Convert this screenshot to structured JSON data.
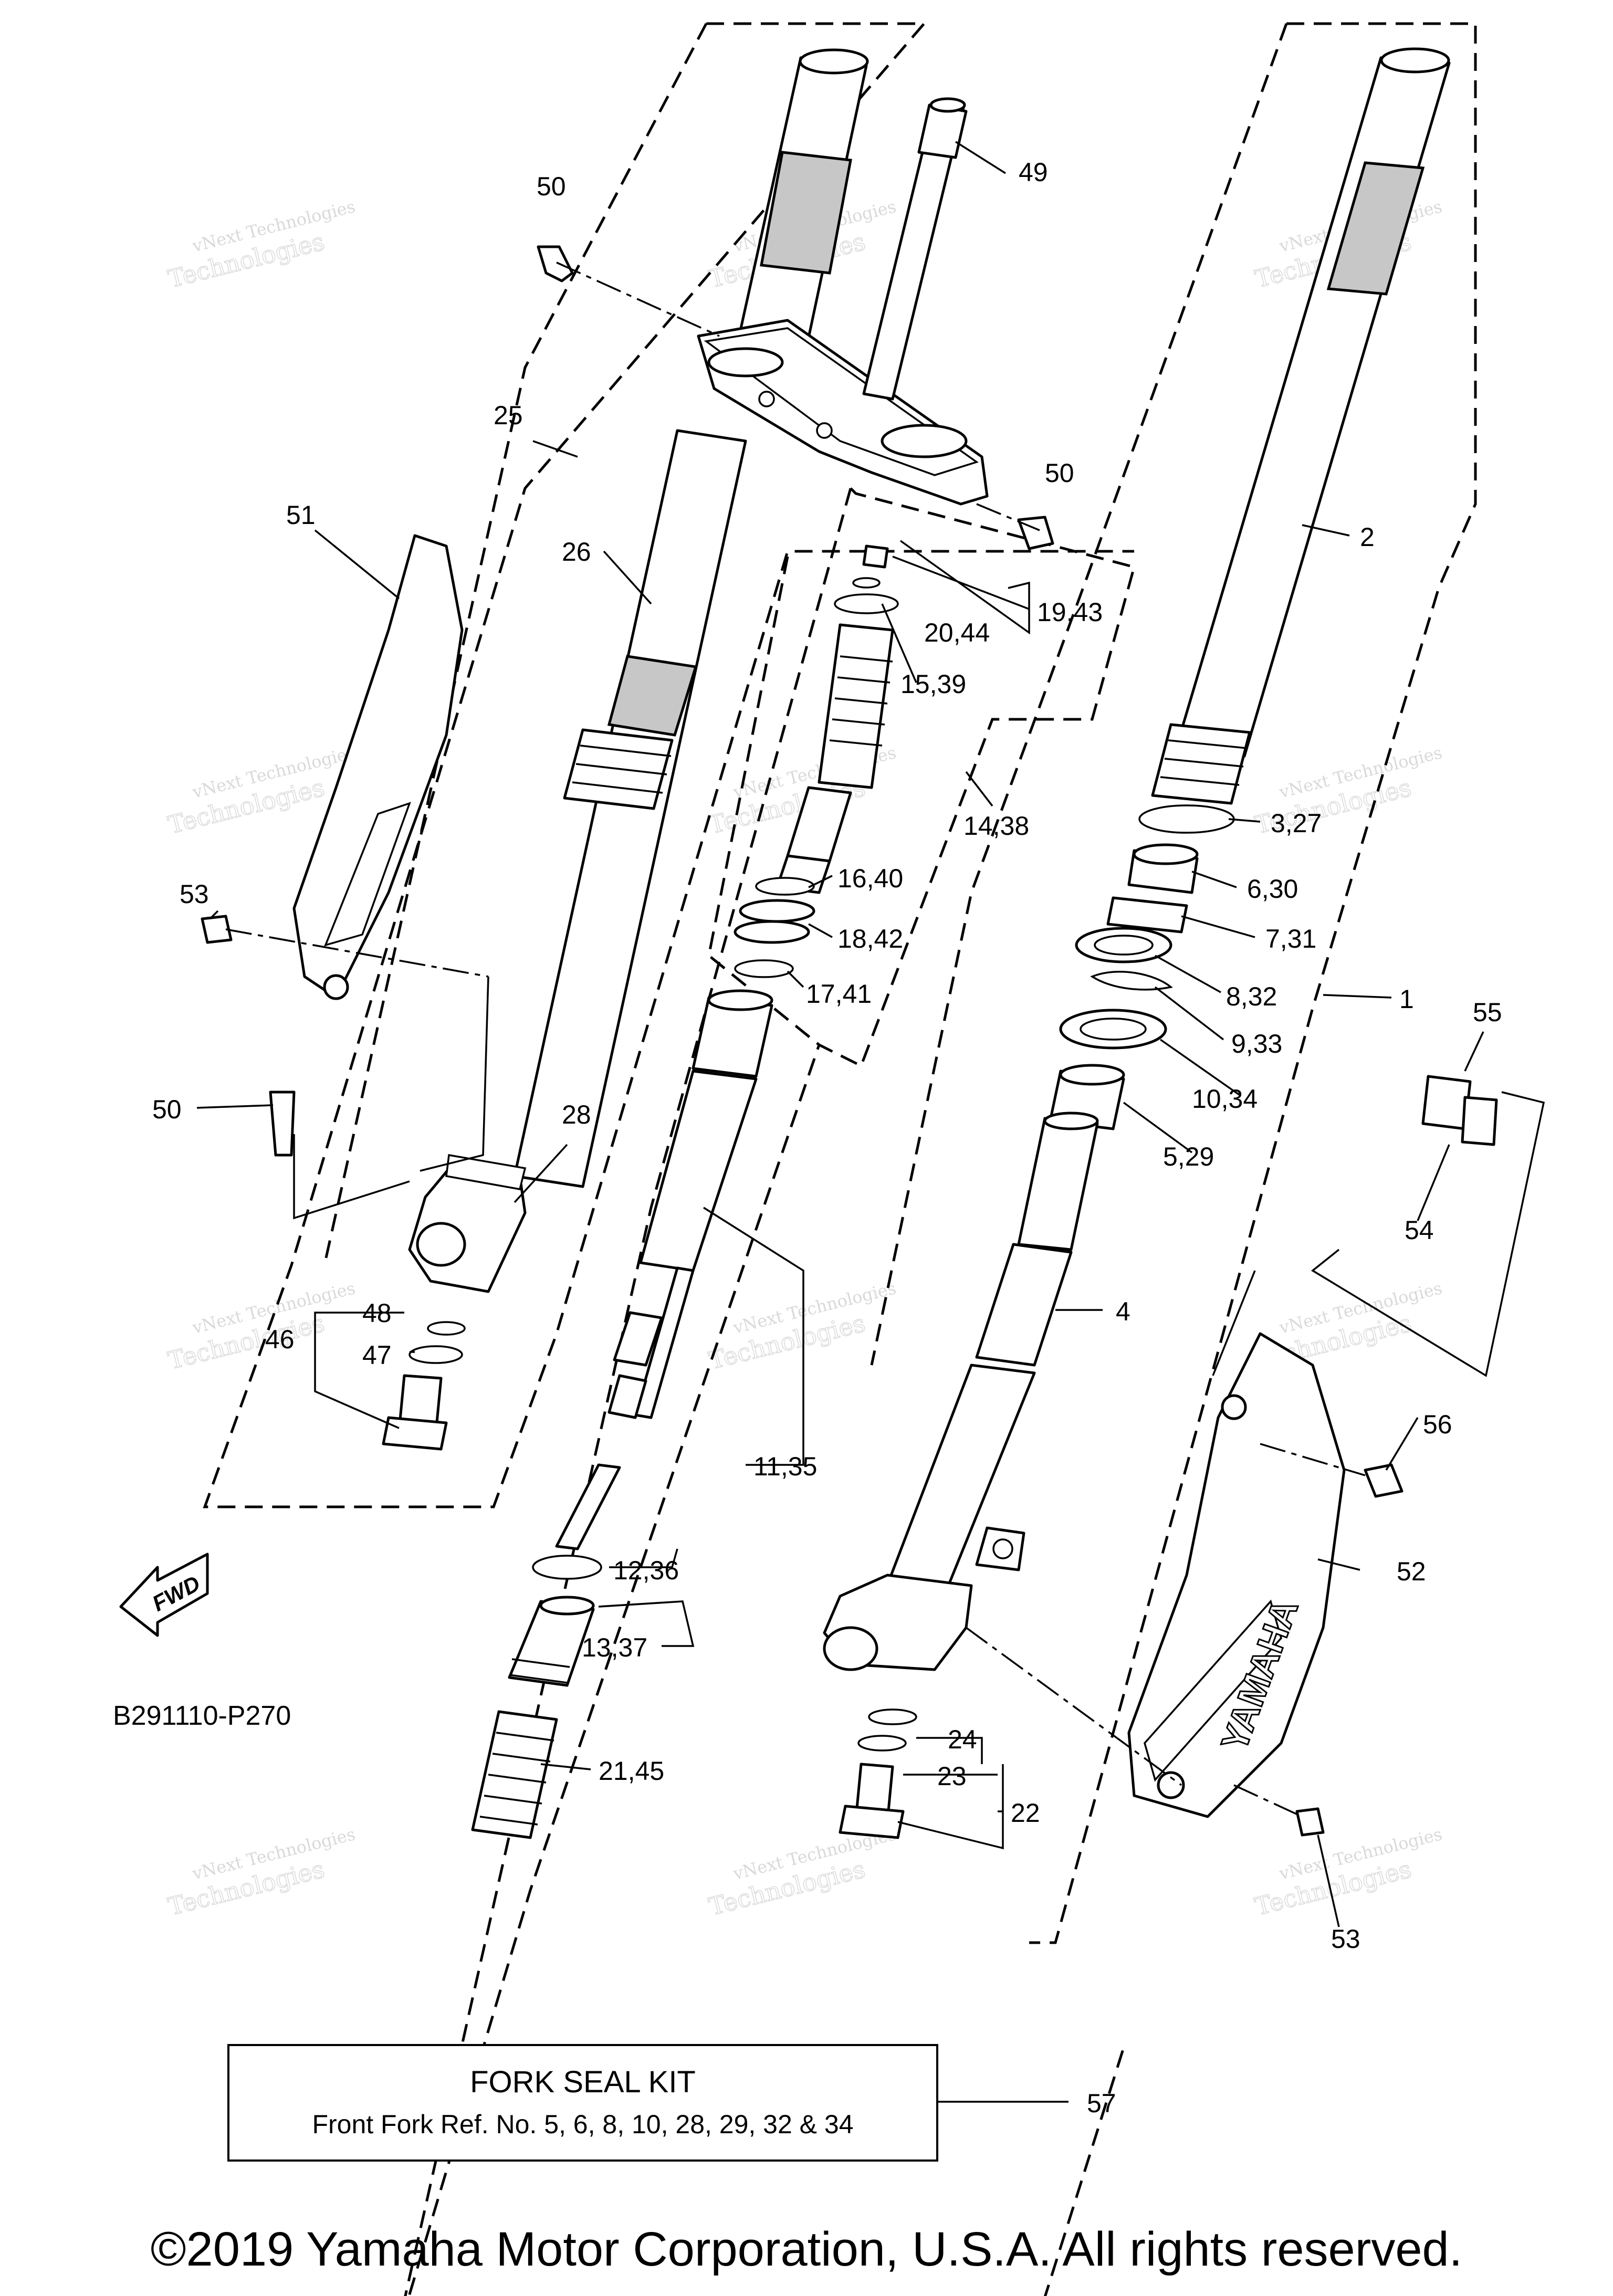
{
  "callouts": [
    {
      "text": "50"
    },
    {
      "text": "49"
    },
    {
      "text": "25"
    },
    {
      "text": "26"
    },
    {
      "text": "51"
    },
    {
      "text": "50"
    },
    {
      "text": "19,43"
    },
    {
      "text": "20,44"
    },
    {
      "text": "15,39"
    },
    {
      "text": "2"
    },
    {
      "text": "14,38"
    },
    {
      "text": "3,27"
    },
    {
      "text": "6,30"
    },
    {
      "text": "7,31"
    },
    {
      "text": "16,40"
    },
    {
      "text": "18,42"
    },
    {
      "text": "8,32"
    },
    {
      "text": "1"
    },
    {
      "text": "17,41"
    },
    {
      "text": "9,33"
    },
    {
      "text": "55"
    },
    {
      "text": "53"
    },
    {
      "text": "10,34"
    },
    {
      "text": "50"
    },
    {
      "text": "28"
    },
    {
      "text": "5,29"
    },
    {
      "text": "54"
    },
    {
      "text": "48"
    },
    {
      "text": "46"
    },
    {
      "text": "47"
    },
    {
      "text": "4"
    },
    {
      "text": "56"
    },
    {
      "text": "11,35"
    },
    {
      "text": "12,36"
    },
    {
      "text": "52"
    },
    {
      "text": "13,37"
    },
    {
      "text": "24"
    },
    {
      "text": "23"
    },
    {
      "text": "21,45"
    },
    {
      "text": "22"
    },
    {
      "text": "53"
    },
    {
      "text": "57"
    }
  ],
  "watermark": {
    "line1": "vNext Technologies",
    "line2": "Technologies"
  },
  "logo_text": "YAMAHA",
  "fwd_label": "FWD",
  "figure_id": "B291110-P270",
  "kit": {
    "title": "FORK SEAL KIT",
    "subtitle": "Front Fork Ref. No. 5, 6, 8, 10, 28, 29, 32 & 34"
  },
  "copyright": "©2019 Yamaha Motor Corporation, U.S.A. All rights reserved."
}
